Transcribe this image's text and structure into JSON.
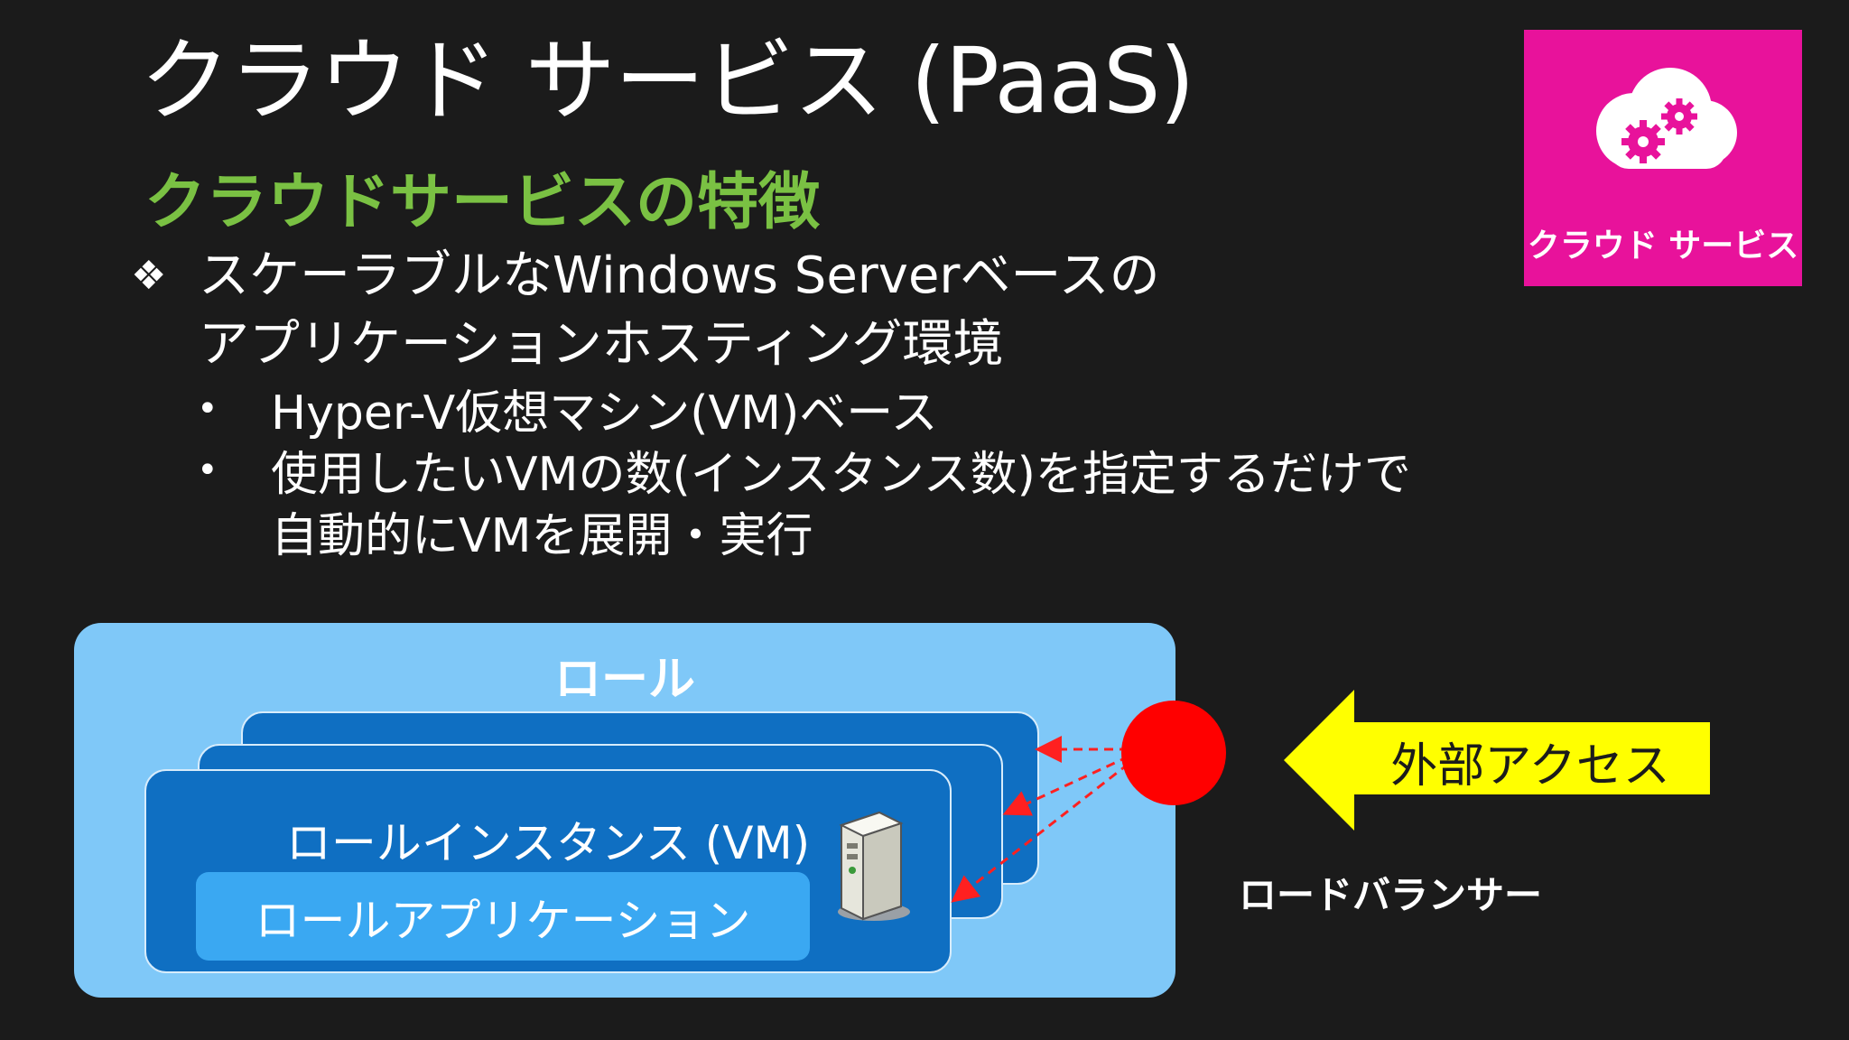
{
  "slide": {
    "title": "クラウド サービス (PaaS)",
    "subtitle": "クラウドサービスの特徴",
    "bullet_glyph": "❖",
    "main_point": {
      "line1": "スケーラブルなWindows Serverベースの",
      "line2": "アプリケーションホスティング環境"
    },
    "sub_bullet_glyph": "•",
    "sub_points": [
      {
        "line1": "Hyper-V仮想マシン(VM)ベース"
      },
      {
        "line1": "使用したいVMの数(インスタンス数)を指定するだけで",
        "line2": "自動的にVMを展開・実行"
      }
    ]
  },
  "badge": {
    "label": "クラウド サービス",
    "icon": "cloud-gears-icon",
    "color": "#e8129b"
  },
  "diagram": {
    "role_label": "ロール",
    "instance_label": "ロールインスタンス (VM)",
    "application_label": "ロールアプリケーション",
    "server_icon": "windows-server-icon",
    "load_balancer_label": "ロードバランサー",
    "external_access_label": "外部アクセス",
    "colors": {
      "role": "#7fc8f8",
      "instance": "#0f6fc2",
      "application": "#3aa8f2",
      "load_balancer": "#ff0000",
      "arrow": "#ffff00",
      "accent_green": "#7ac143"
    }
  }
}
